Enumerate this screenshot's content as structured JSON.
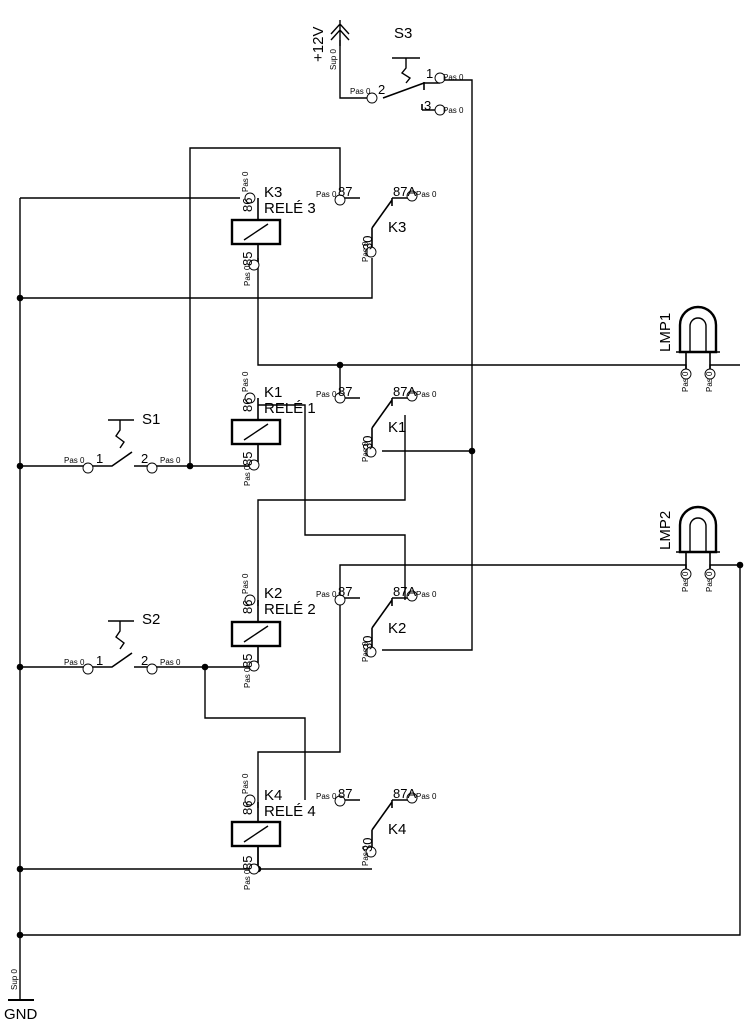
{
  "supply": {
    "label": "+12V",
    "sup": "Sup 0"
  },
  "ground": {
    "label": "GND",
    "sup": "Sup 0"
  },
  "pin_text": "Pas 0",
  "switches": {
    "s1": {
      "name": "S1",
      "p1": "1",
      "p2": "2"
    },
    "s2": {
      "name": "S2",
      "p1": "1",
      "p2": "2"
    },
    "s3": {
      "name": "S3",
      "p1": "1",
      "p2": "2",
      "p3": "3"
    }
  },
  "relays": {
    "k1": {
      "id": "K1",
      "title": "RELÉ 1",
      "coil_a": "86",
      "coil_b": "85",
      "no": "87",
      "nc": "87A",
      "com": "30",
      "contact": "K1"
    },
    "k2": {
      "id": "K2",
      "title": "RELÉ 2",
      "coil_a": "86",
      "coil_b": "85",
      "no": "87",
      "nc": "87A",
      "com": "30",
      "contact": "K2"
    },
    "k3": {
      "id": "K3",
      "title": "RELÉ 3",
      "coil_a": "86",
      "coil_b": "85",
      "no": "87",
      "nc": "87A",
      "com": "30",
      "contact": "K3"
    },
    "k4": {
      "id": "K4",
      "title": "RELÉ 4",
      "coil_a": "86",
      "coil_b": "85",
      "no": "87",
      "nc": "87A",
      "com": "30",
      "contact": "K4"
    }
  },
  "lamps": {
    "lmp1": {
      "name": "LMP1"
    },
    "lmp2": {
      "name": "LMP2"
    }
  }
}
